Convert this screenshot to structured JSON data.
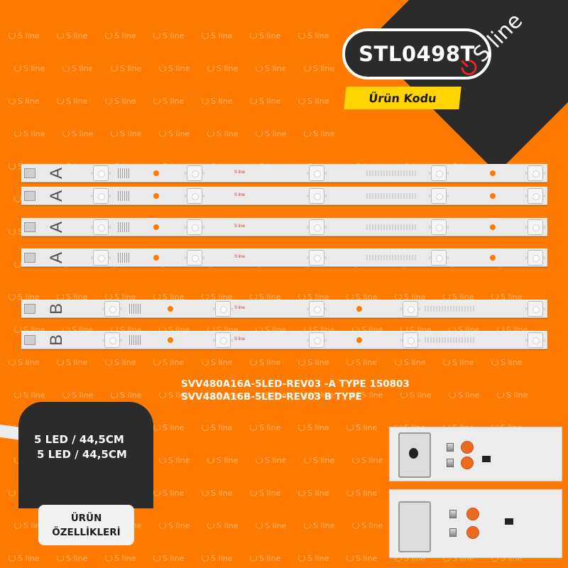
{
  "product": {
    "code": "STL0498T",
    "code_label": "Ürün Kodu",
    "brand_name": "S line"
  },
  "watermark_text": "S line",
  "strips": [
    {
      "letter": "A",
      "logo": "S line"
    },
    {
      "letter": "A",
      "logo": "S line"
    },
    {
      "letter": "A",
      "logo": "S line"
    },
    {
      "letter": "A",
      "logo": "S line"
    },
    {
      "letter": "B",
      "logo": "S line"
    },
    {
      "letter": "B",
      "logo": "S line"
    }
  ],
  "models": {
    "line1": "SVV480A16A-5LED-REV03 -A TYPE 150803",
    "line2": "SVV480A16B-5LED-REV03 B TYPE"
  },
  "specs": {
    "line1": "5 LED / 44,5CM",
    "line2": "5 LED / 44,5CM",
    "label_line1": "ÜRÜN",
    "label_line2": "ÖZELLİKLERİ"
  },
  "closeup": {
    "plus": "+",
    "minus": "-"
  },
  "colors": {
    "background": "#ff7a00",
    "badge_dark": "#2b2b2b",
    "label_yellow": "#ffd400",
    "brand_red": "#e5252a",
    "strip": "#eaeaea"
  }
}
